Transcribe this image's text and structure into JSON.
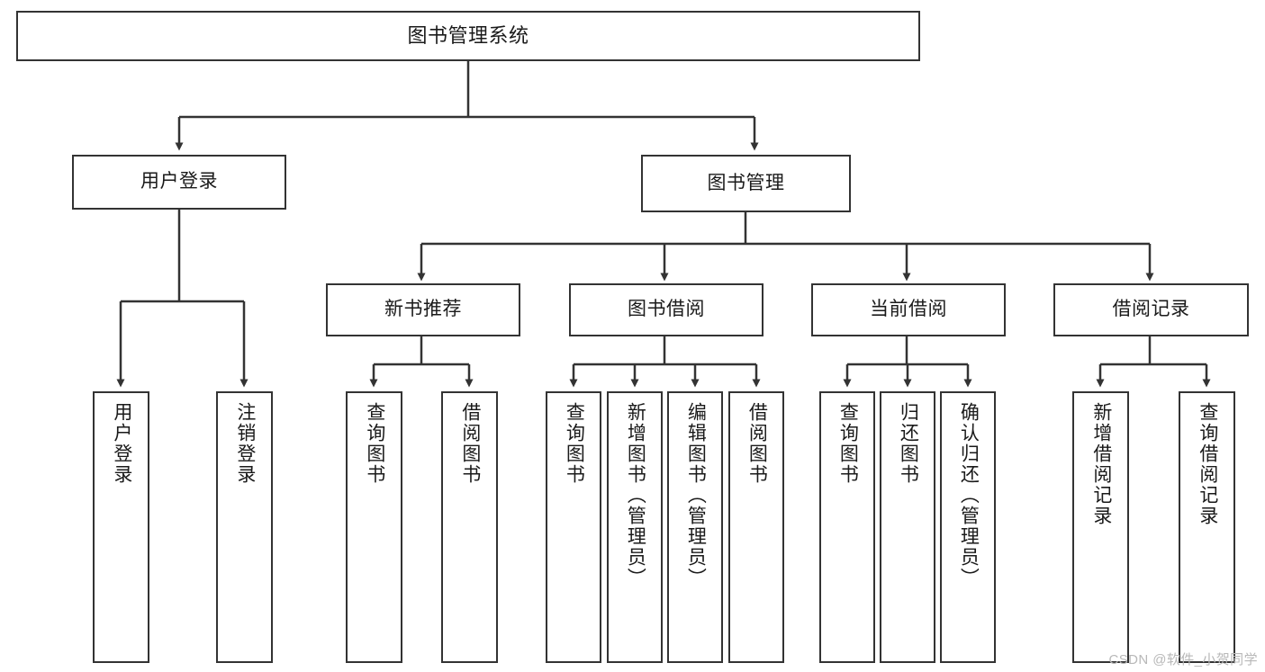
{
  "diagram": {
    "title": "图书管理系统",
    "watermark": "CSDN @软件_小贺同学",
    "colors": {
      "background": "#ffffff",
      "border": "#333333",
      "text": "#1a1a1a",
      "edge": "#333333",
      "watermark": "#b8b8b8"
    },
    "levels": {
      "root": "图书管理系统",
      "level1": [
        "用户登录",
        "图书管理"
      ],
      "level2": [
        "新书推荐",
        "图书借阅",
        "当前借阅",
        "借阅记录"
      ]
    },
    "nodes": {
      "root": {
        "label": "图书管理系统",
        "orientation": "horizontal"
      },
      "user_login": {
        "label": "用户登录",
        "orientation": "horizontal"
      },
      "book_manage": {
        "label": "图书管理",
        "orientation": "horizontal"
      },
      "new_book_rec": {
        "label": "新书推荐",
        "orientation": "horizontal"
      },
      "book_borrow": {
        "label": "图书借阅",
        "orientation": "horizontal"
      },
      "current_borrow": {
        "label": "当前借阅",
        "orientation": "horizontal"
      },
      "borrow_record": {
        "label": "借阅记录",
        "orientation": "horizontal"
      },
      "leaf_user_login": {
        "label": "用户登录",
        "orientation": "vertical"
      },
      "leaf_logout": {
        "label": "注销登录",
        "orientation": "vertical"
      },
      "leaf_query_book_1": {
        "label": "查询图书",
        "orientation": "vertical"
      },
      "leaf_borrow_book_1": {
        "label": "借阅图书",
        "orientation": "vertical"
      },
      "leaf_query_book_2": {
        "label": "查询图书",
        "orientation": "vertical"
      },
      "leaf_add_book": {
        "label": "新增图书（管理员）",
        "orientation": "vertical"
      },
      "leaf_edit_book": {
        "label": "编辑图书（管理员）",
        "orientation": "vertical"
      },
      "leaf_borrow_book_2": {
        "label": "借阅图书",
        "orientation": "vertical"
      },
      "leaf_query_book_3": {
        "label": "查询图书",
        "orientation": "vertical"
      },
      "leaf_return_book": {
        "label": "归还图书",
        "orientation": "vertical"
      },
      "leaf_confirm_return": {
        "label": "确认归还（管理员）",
        "orientation": "vertical"
      },
      "leaf_add_record": {
        "label": "新增借阅记录",
        "orientation": "vertical"
      },
      "leaf_query_record": {
        "label": "查询借阅记录",
        "orientation": "vertical"
      }
    }
  }
}
